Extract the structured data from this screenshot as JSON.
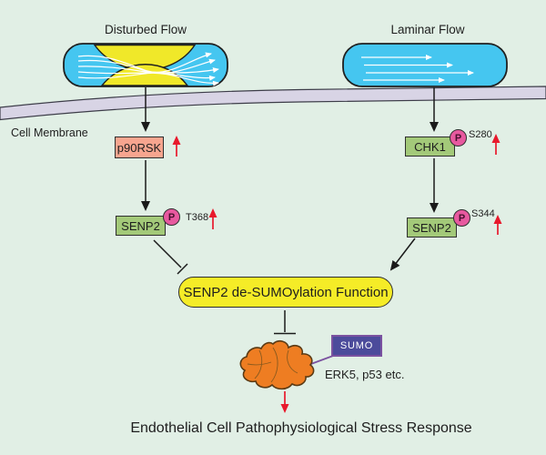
{
  "colors": {
    "background": "#E1EFE5",
    "vessel-blue": "#45C6F0",
    "plaque-yellow": "#F0E829",
    "membrane-fill": "#D8D4E5",
    "membrane-stroke": "#3C3C48",
    "kinase-salmon": "#F7A58F",
    "protein-green": "#A3C979",
    "phospho-pink": "#E7599F",
    "function-yellow": "#F5EC27",
    "sumo-fill": "#4C4B9B",
    "sumo-border": "#7B52A0",
    "blob-orange": "#EE7D22",
    "arrow-red": "#E8192C",
    "ink": "#1E1E1E"
  },
  "diagram": {
    "flows": {
      "disturbed": "Disturbed Flow",
      "laminar": "Laminar Flow"
    },
    "membrane_label": "Cell Membrane",
    "left_pathway": {
      "kinase": "p90RSK",
      "substrate": "SENP2",
      "phospho_mark": "P",
      "phospho_site": "T368"
    },
    "right_pathway": {
      "kinase": "CHK1",
      "kinase_phospho_mark": "P",
      "kinase_phospho_site": "S280",
      "substrate": "SENP2",
      "substrate_phospho_mark": "P",
      "substrate_phospho_site": "S344"
    },
    "function_node": "SENP2 de-SUMOylation Function",
    "sumo_tag": "SUMO",
    "sumo_targets": "ERK5, p53 etc.",
    "outcome": "Endothelial Cell Pathophysiological Stress Response"
  }
}
